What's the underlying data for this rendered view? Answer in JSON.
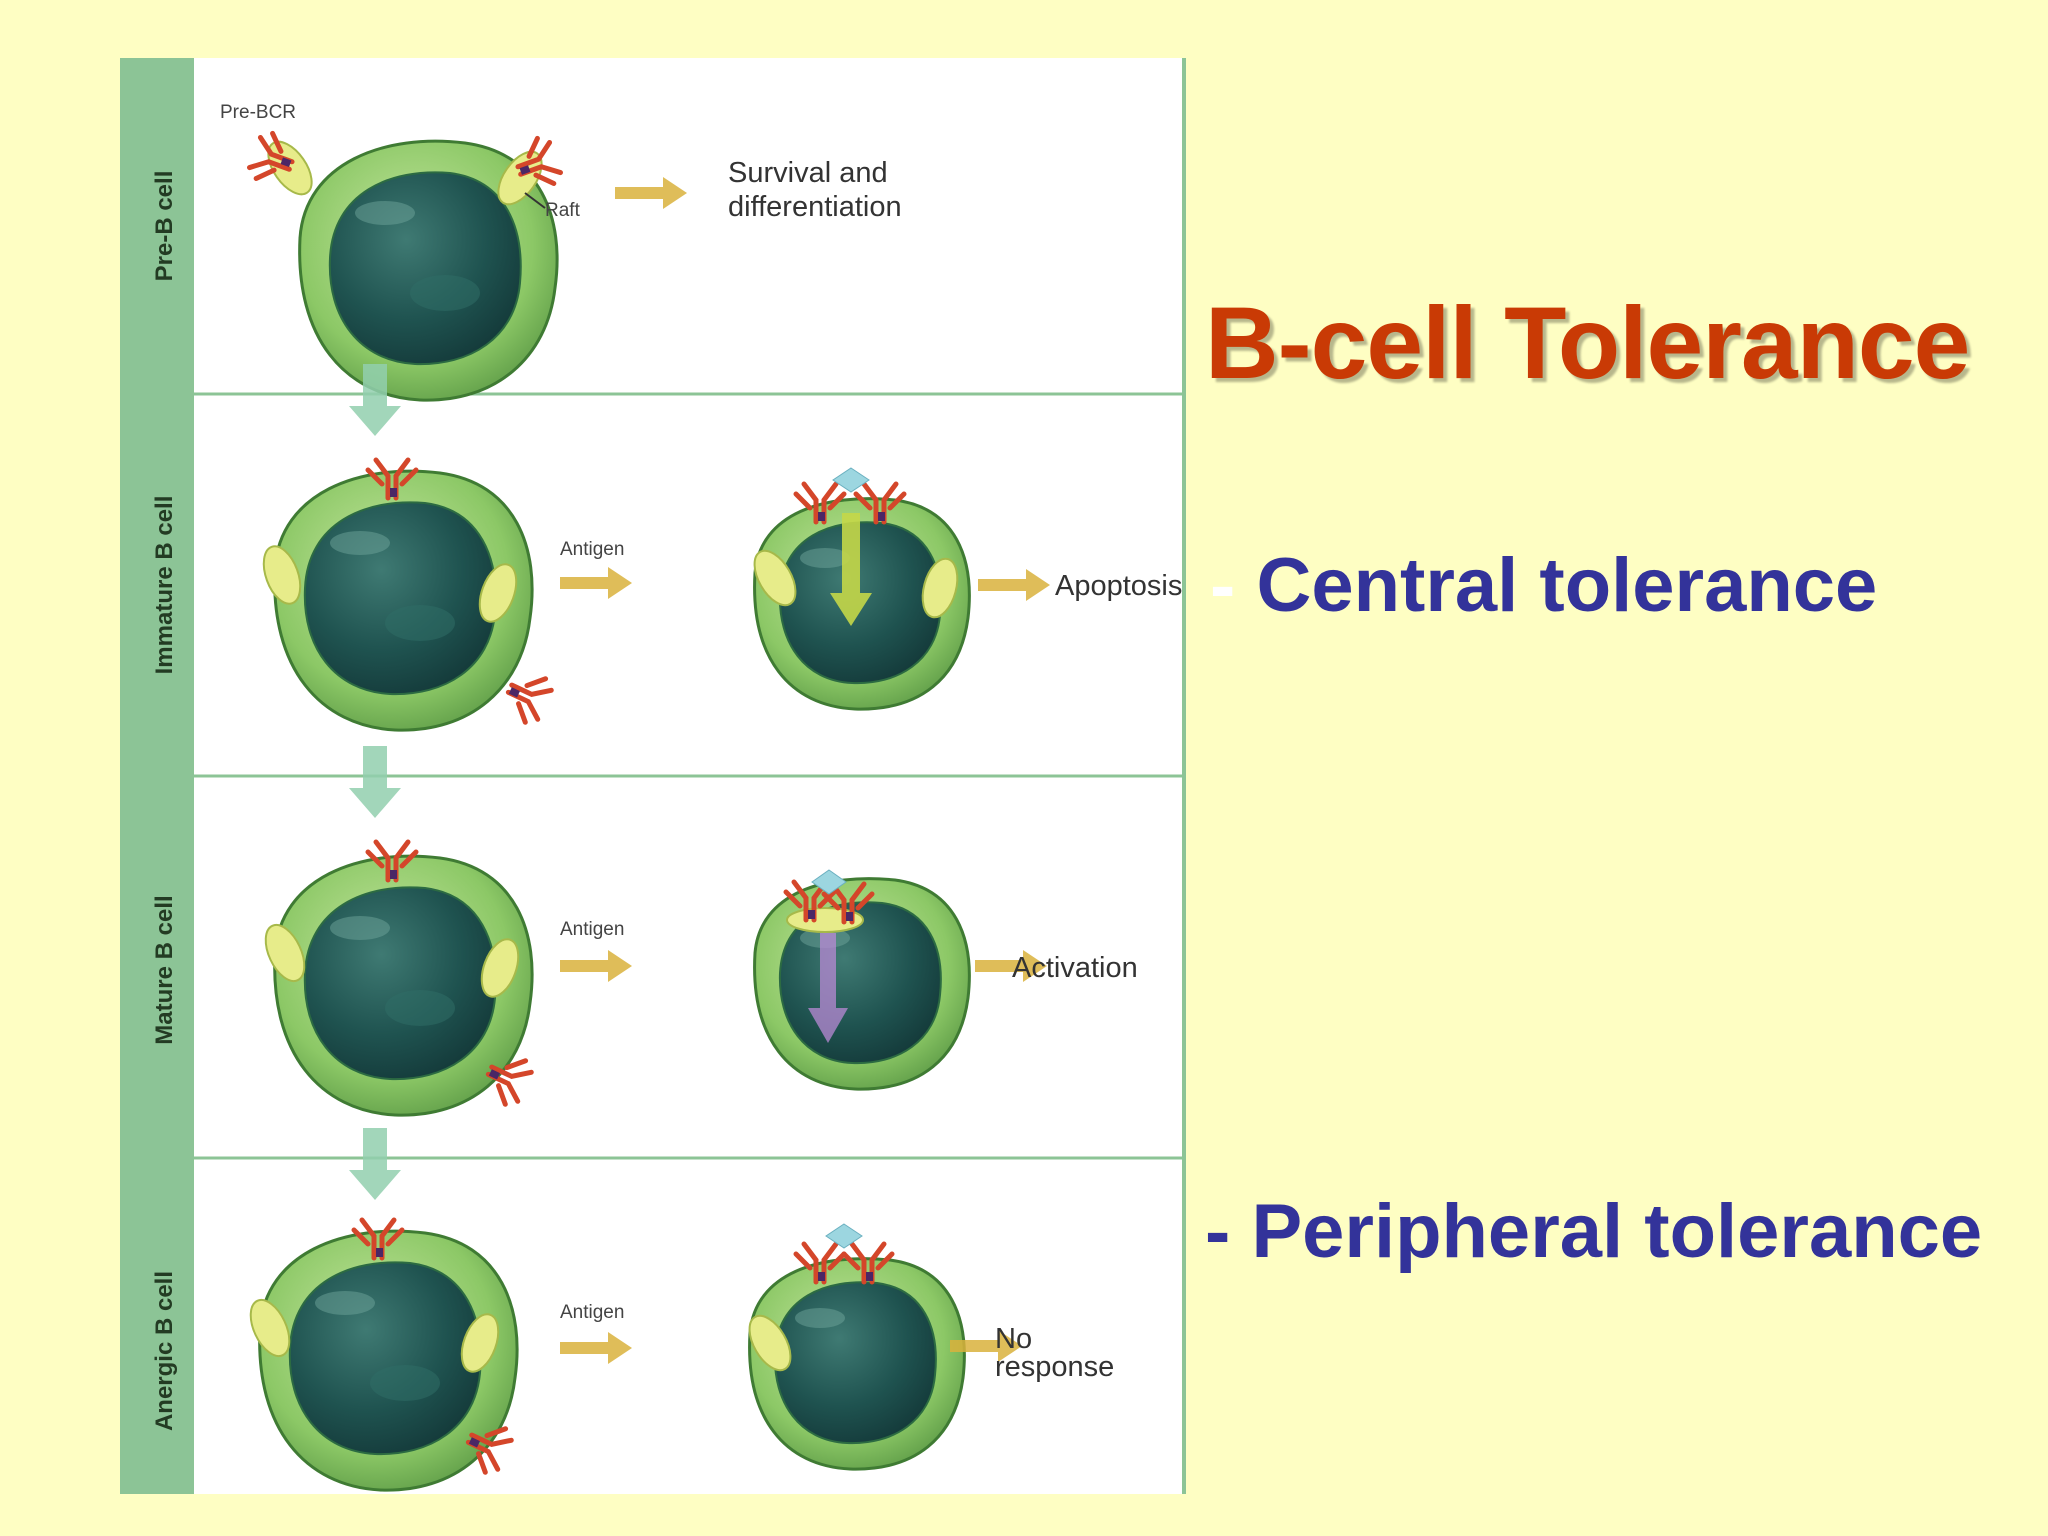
{
  "slide": {
    "title": "B-cell Tolerance",
    "bullets": [
      {
        "dash": "-",
        "text": "Central tolerance"
      },
      {
        "dash": "-",
        "text": "Peripheral tolerance"
      }
    ]
  },
  "figure": {
    "lanes": [
      {
        "label": "Pre-B cell",
        "receptor_label": "Pre-BCR",
        "marker_label": "Raft",
        "outcome": [
          "Survival and",
          "differentiation"
        ]
      },
      {
        "label": "Immature B cell",
        "antigen_label": "Antigen",
        "outcome": [
          "Apoptosis"
        ]
      },
      {
        "label": "Mature B cell",
        "antigen_label": "Antigen",
        "outcome": [
          "Activation"
        ]
      },
      {
        "label": "Anergic B cell",
        "antigen_label": "Antigen",
        "outcome": [
          "No",
          "response"
        ]
      }
    ]
  },
  "colors": {
    "background": "#fefec3",
    "title": "#c93a05",
    "bullet_text": "#33339a",
    "lane_strip": "#8cc496",
    "cell_outer": "#8cc866",
    "cell_nucleus": "#1f5350",
    "arrow": "#d9b13c"
  }
}
